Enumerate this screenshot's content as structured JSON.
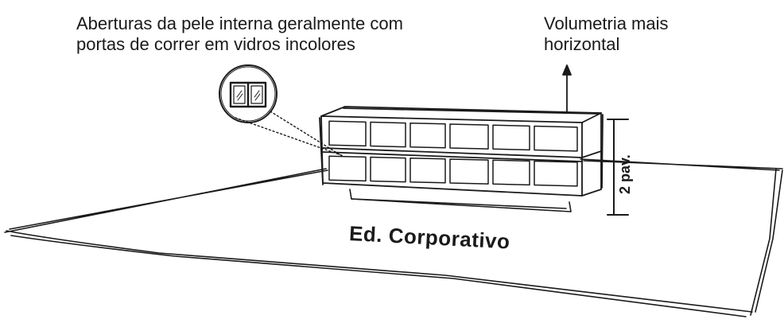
{
  "annotations": {
    "openings_line1": "Aberturas da pele interna geralmente com",
    "openings_line2": "portas de correr em vidros incolores",
    "volume_line1": "Volumetria mais",
    "volume_line2": "horizontal",
    "floors": "2 pav.",
    "building": "Ed. Corporativo"
  },
  "colors": {
    "ink": "#1a1a1a",
    "window_fill": "#ffffff"
  },
  "icons": {
    "detail_circle": "sliding-glass-door-icon"
  }
}
